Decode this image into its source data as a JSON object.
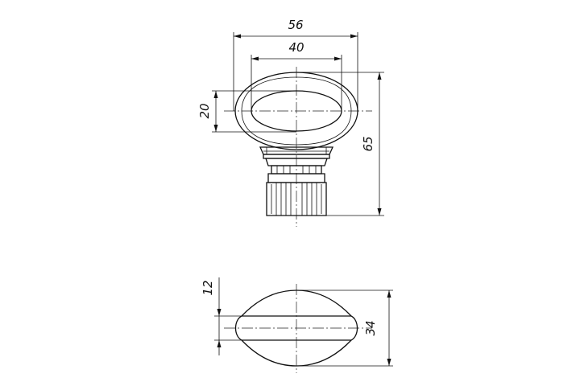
{
  "drawing": {
    "front_view": {
      "overall_width": "56",
      "inner_oval_width": "40",
      "inner_oval_height": "20",
      "overall_height": "65"
    },
    "side_view": {
      "overall_thickness": "34",
      "center_band_height": "12"
    }
  }
}
